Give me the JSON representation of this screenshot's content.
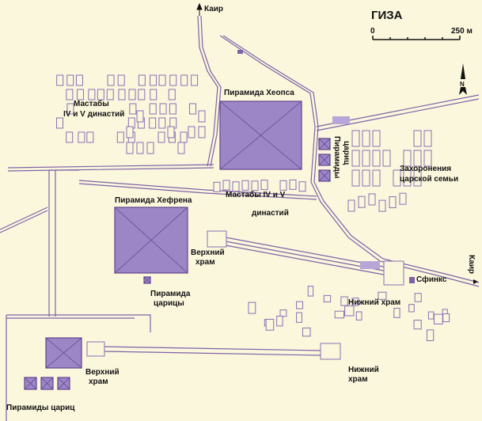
{
  "map": {
    "title": "ГИЗА",
    "scale": {
      "start": "0",
      "end": "250 м"
    },
    "north": "N",
    "colors": {
      "background": "#fbf7dd",
      "monument": "#9d86c6",
      "outline": "#7d62a8"
    },
    "labels": {
      "cairo_north": "Каир",
      "cairo_east": "Каир",
      "khufu": "Пирамида Хеопса",
      "khafre": "Пирамида Хефрена",
      "mastabas_west_1": "Мастабы",
      "mastabas_west_2": "IV и V династий",
      "mastabas_east_1": "Мастабы IV и V",
      "mastabas_east_2": "династий",
      "queens_khufu_1": "Пирамиды",
      "queens_khufu_2": "цариц",
      "royal_burials_1": "Захоронения",
      "royal_burials_2": "царской семьи",
      "khafre_upper_temple_1": "Верхний",
      "khafre_upper_temple_2": "храм",
      "queen_khafre_1": "Пирамида",
      "queen_khafre_2": "царицы",
      "sphinx": "Сфинкс",
      "khafre_lower_temple": "Нижний храм",
      "menkaure_upper_temple_1": "Верхний",
      "menkaure_upper_temple_2": "храм",
      "menkaure_lower_temple_1": "Нижний",
      "menkaure_lower_temple_2": "храм",
      "queens_menkaure": "Пирамиды цариц"
    }
  }
}
